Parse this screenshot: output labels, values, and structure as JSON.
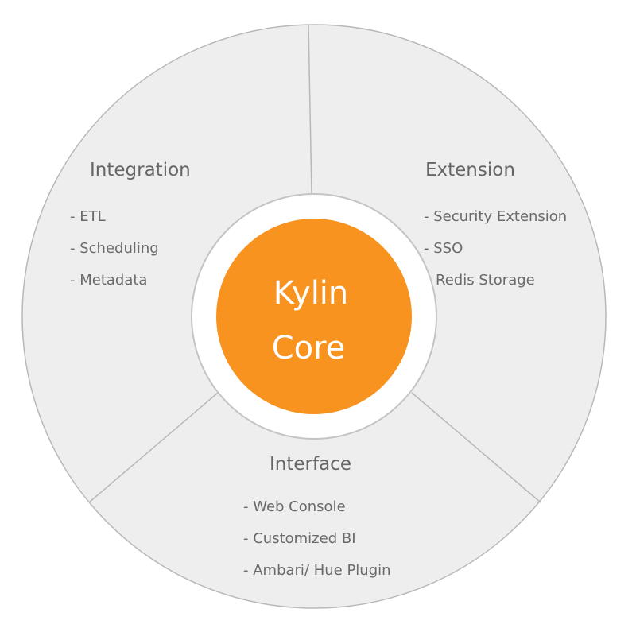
{
  "colors": {
    "segment_fill": "#eeeeee",
    "segment_stroke": "#b8b8b8",
    "ring_fill": "#ffffff",
    "ring_stroke": "#c4c4c4",
    "core_fill": "#f7931e",
    "core_text": "#ffffff",
    "text": "#666666"
  },
  "core": {
    "line1": "Kylin",
    "line2": "Core"
  },
  "segments": {
    "integration": {
      "title": "Integration",
      "items": [
        "- ETL",
        "- Scheduling",
        "- Metadata"
      ]
    },
    "extension": {
      "title": "Extension",
      "items": [
        "- Security Extension",
        "- SSO",
        "Redis Storage"
      ]
    },
    "interface": {
      "title": "Interface",
      "items": [
        "- Web Console",
        "- Customized BI",
        "- Ambari/ Hue Plugin"
      ]
    }
  }
}
